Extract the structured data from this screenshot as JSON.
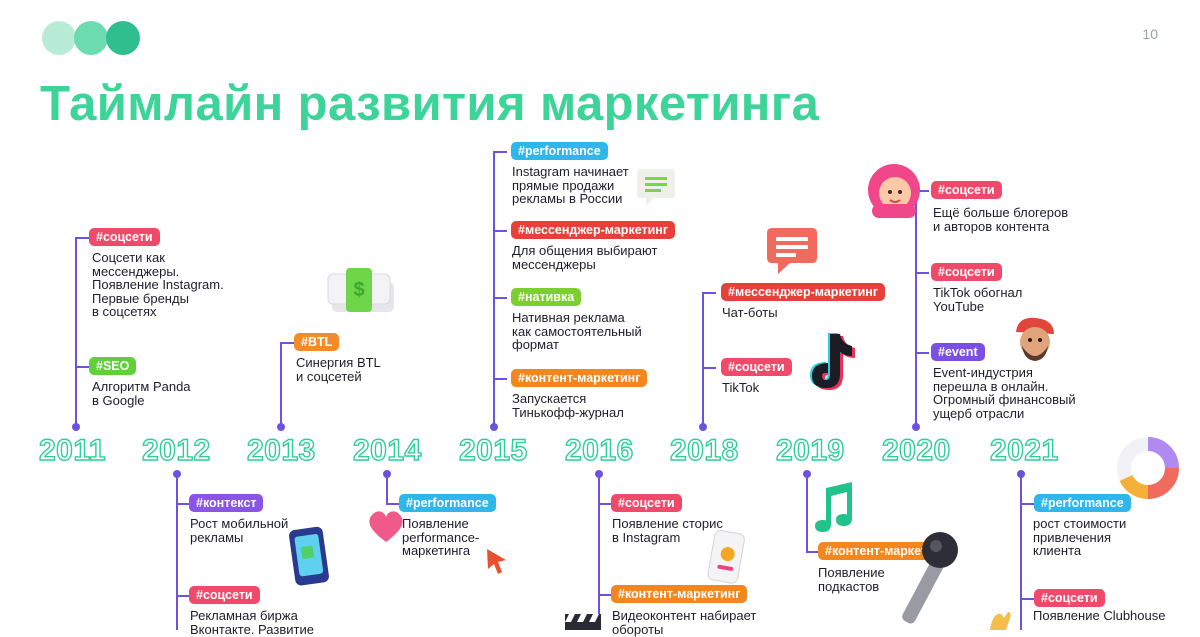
{
  "page_number": "10",
  "title": "Таймлайн развития маркетинга",
  "colors": {
    "accent_green": "#3dd49a",
    "timeline_purple": "#6c52e0",
    "tag_socseti": "#f04a6a",
    "tag_seo": "#5fcf3a",
    "tag_btl": "#f28c2a",
    "tag_performance": "#2fb6ea",
    "tag_messenger": "#e5413a",
    "tag_nativka": "#7ccf2e",
    "tag_content": "#f2871f",
    "tag_context": "#8a55e6",
    "tag_event": "#7b4ee4"
  },
  "years": [
    "2011",
    "2012",
    "2013",
    "2014",
    "2015",
    "2016",
    "2018",
    "2019",
    "2020",
    "2021"
  ],
  "events": [
    {
      "tag": "#соцсети",
      "lines": [
        "Соцсети как",
        "мессенджеры.",
        "Появление Instagram.",
        "Первые бренды",
        "в соцсетях"
      ]
    },
    {
      "tag": "#SEO",
      "lines": [
        "Алгоритм Panda",
        "в Google"
      ]
    },
    {
      "tag": "#контекст",
      "lines": [
        "Рост мобильной",
        "рекламы"
      ]
    },
    {
      "tag": "#соцсети",
      "lines": [
        "Рекламная биржа",
        "Вконтакте. Развитие"
      ]
    },
    {
      "tag": "#BTL",
      "lines": [
        "Синергия BTL",
        "и соцсетей"
      ]
    },
    {
      "tag": "#performance",
      "lines": [
        "Появление",
        "performance-",
        "маркетинга"
      ]
    },
    {
      "tag": "#performance",
      "lines": [
        "Instagram начинает",
        "прямые продажи",
        "рекламы в России"
      ]
    },
    {
      "tag": "#мессенджер-маркетинг",
      "lines": [
        "Для общения выбирают",
        "мессенджеры"
      ]
    },
    {
      "tag": "#нативка",
      "lines": [
        "Нативная реклама",
        "как самостоятельный",
        "формат"
      ]
    },
    {
      "tag": "#контент-маркетинг",
      "lines": [
        "Запускается",
        "Тинькофф-журнал"
      ]
    },
    {
      "tag": "#соцсети",
      "lines": [
        "Появление сторис",
        "в Instagram"
      ]
    },
    {
      "tag": "#контент-маркетинг",
      "lines": [
        "Видеоконтент набирает",
        "обороты"
      ]
    },
    {
      "tag": "#мессенджер-маркетинг",
      "lines": [
        "Чат-боты"
      ]
    },
    {
      "tag": "#соцсети",
      "lines": [
        "TikTok"
      ]
    },
    {
      "tag": "#контент-маркетинг",
      "lines": [
        "Появление",
        "подкастов"
      ]
    },
    {
      "tag": "#соцсети",
      "lines": [
        "Ещё больше блогеров",
        "и авторов контента"
      ]
    },
    {
      "tag": "#соцсети",
      "lines": [
        "TikTok обогнал",
        "YouTube"
      ]
    },
    {
      "tag": "#event",
      "lines": [
        "Event-индустрия",
        "перешла в онлайн.",
        "Огромный финансовый",
        "ущерб отрасли"
      ]
    },
    {
      "tag": "#performance",
      "lines": [
        "рост стоимости",
        "привлечения",
        "клиента"
      ]
    },
    {
      "tag": "#соцсети",
      "lines": [
        "Появление Clubhouse"
      ]
    }
  ]
}
